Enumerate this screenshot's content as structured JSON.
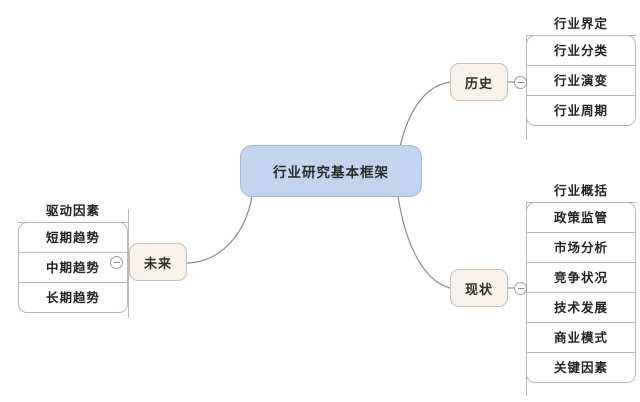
{
  "diagram": {
    "title": "行业研究基本框架",
    "background_color": "#ffffff",
    "root": {
      "label": "行业研究基本框架",
      "fill_color": "#c3d4ee",
      "border_color": "#9fb4d8"
    },
    "branch_style": {
      "fill_color": "#f8f2ea",
      "border_color": "#c9bfb3"
    },
    "leaf_style": {
      "fill_color": "#ffffff",
      "border_color": "#b9b9b9"
    },
    "connector_color": "#8f8a84",
    "toggle_icon": "minus-circle-icon",
    "branches": [
      {
        "id": "history",
        "label": "历史",
        "side": "right",
        "children": [
          {
            "label": "行业界定"
          },
          {
            "label": "行业分类"
          },
          {
            "label": "行业演变"
          },
          {
            "label": "行业周期"
          }
        ]
      },
      {
        "id": "current",
        "label": "现状",
        "side": "right",
        "children": [
          {
            "label": "行业概括"
          },
          {
            "label": "政策监管"
          },
          {
            "label": "市场分析"
          },
          {
            "label": "竞争状况"
          },
          {
            "label": "技术发展"
          },
          {
            "label": "商业模式"
          },
          {
            "label": "关键因素"
          }
        ]
      },
      {
        "id": "future",
        "label": "未来",
        "side": "left",
        "children": [
          {
            "label": "驱动因素"
          },
          {
            "label": "短期趋势"
          },
          {
            "label": "中期趋势"
          },
          {
            "label": "长期趋势"
          }
        ]
      }
    ]
  }
}
